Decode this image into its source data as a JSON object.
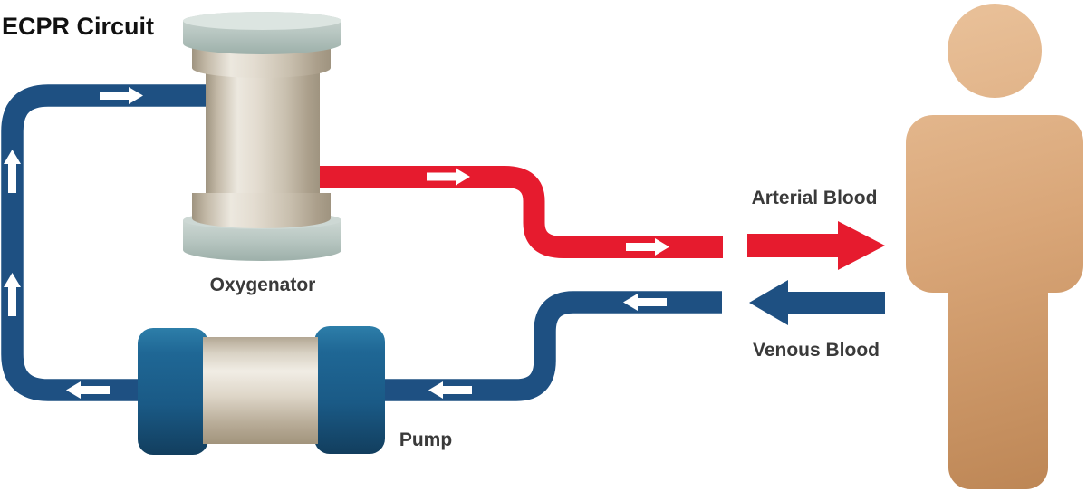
{
  "title": "ECPR Circuit",
  "components": {
    "oxygenator_label": "Oxygenator",
    "pump_label": "Pump"
  },
  "flows": {
    "arterial_label": "Arterial Blood",
    "venous_label": "Venous Blood"
  },
  "colors": {
    "arterial_red": "#e61b2e",
    "venous_blue": "#1e5082",
    "pump_cap_blue": "#1d6392",
    "device_beige": "#cdc3b3",
    "cap_sage": "#bccac5",
    "skin_tan": "#d9a473",
    "label_text": "#3a3a3a",
    "title_text": "#111111",
    "flow_arrow_white": "#ffffff"
  },
  "icons": {
    "flow_arrow": "small white directional arrow on tubing",
    "patient": "human figure silhouette"
  }
}
